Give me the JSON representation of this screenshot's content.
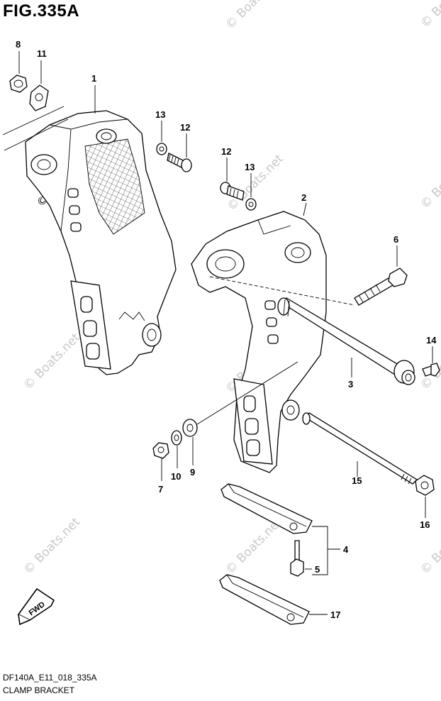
{
  "header": {
    "figure": "FIG.335A"
  },
  "footer": {
    "code": "DF140A_E11_018_335A",
    "name": "CLAMP BRACKET"
  },
  "watermark": {
    "text": "© Boats.net",
    "color": "#c8c8c8"
  },
  "direction_badge": {
    "text": "FWD",
    "icon": "arrow-fwd-icon"
  },
  "callouts": {
    "c1": "1",
    "c2": "2",
    "c3": "3",
    "c4": "4",
    "c5": "5",
    "c6": "6",
    "c7": "7",
    "c8": "8",
    "c9": "9",
    "c10": "10",
    "c11": "11",
    "c12a": "12",
    "c12b": "12",
    "c13a": "13",
    "c13b": "13",
    "c14": "14",
    "c15": "15",
    "c16": "16",
    "c17": "17"
  }
}
